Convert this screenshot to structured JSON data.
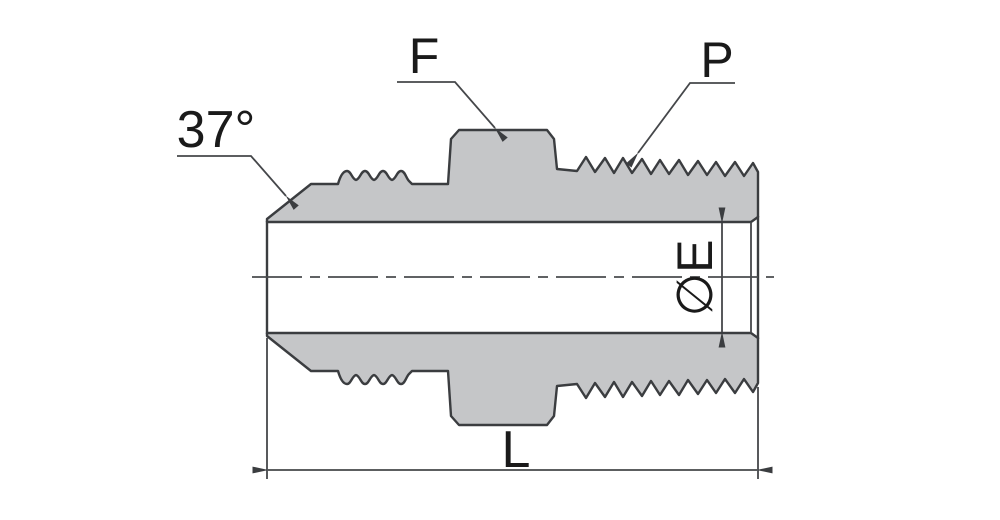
{
  "diagram": {
    "type": "engineering-drawing",
    "subject": "male 37-degree flare to male tapered pipe thread adapter fitting, side section view",
    "labels": {
      "flare_angle": "37°",
      "hex": "F",
      "pipe_thread": "P",
      "bore_diameter": "∅E",
      "overall_length": "L"
    },
    "colors": {
      "body_fill": "#c5c6c8",
      "outline": "#3b3d40",
      "dimension_lines": "#45474a",
      "text": "#1a1a1a",
      "background": "#ffffff"
    }
  }
}
